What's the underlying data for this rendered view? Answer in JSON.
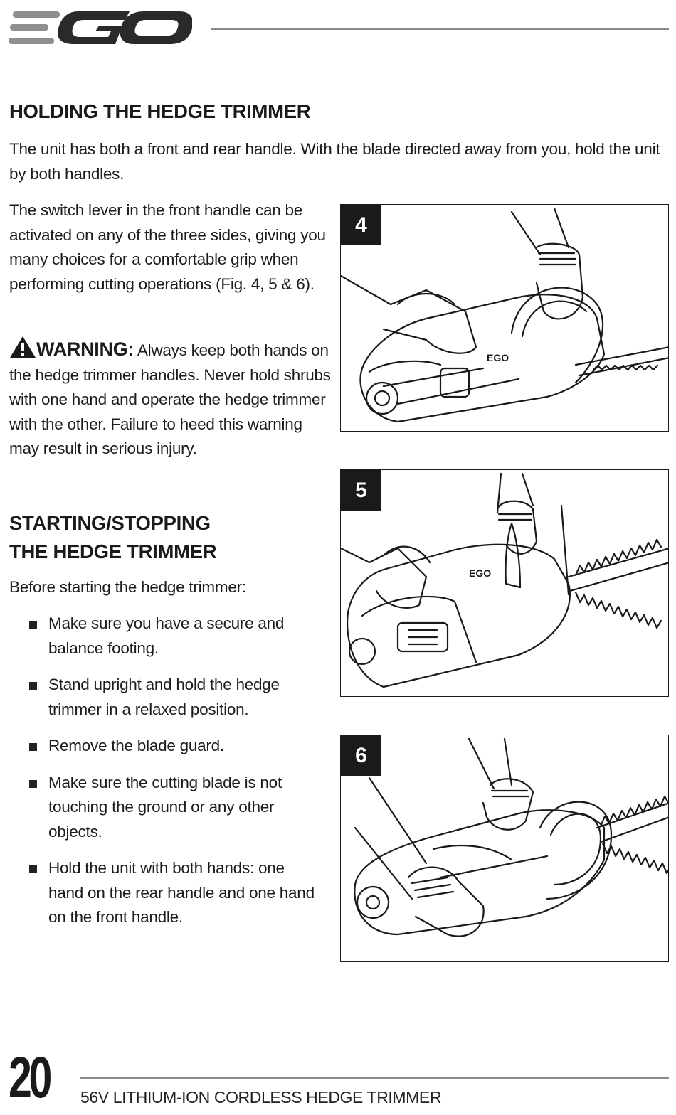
{
  "header": {
    "logo_text": "EGO"
  },
  "section1": {
    "title": "HOLDING THE HEDGE TRIMMER",
    "para1": "The unit has both a front and rear handle. With the blade directed away from you, hold the unit by both handles.",
    "para2": "The switch lever in the front handle can be activated on any of the three sides, giving you many choices for a comfortable grip when performing cutting operations (Fig. 4, 5 & 6).",
    "warning_label": "WARNING:",
    "warning_text": " Always keep both hands on the hedge trimmer handles. Never hold shrubs with one hand and operate the hedge trimmer with the other. Failure to heed this warning may result in serious injury.",
    "warning_icon": "warning-triangle-icon"
  },
  "section2": {
    "title_line1": "STARTING/STOPPING",
    "title_line2": "THE HEDGE TRIMMER",
    "intro": "Before starting the hedge trimmer:",
    "bullets": [
      "Make sure you have a secure and balance footing.",
      "Stand upright and hold the hedge trimmer in a relaxed position.",
      "Remove the blade guard.",
      "Make sure the cutting blade is not touching the ground or any other objects.",
      "Hold the unit with both hands: one hand on the rear handle and one hand on the front handle."
    ]
  },
  "figures": [
    {
      "number": "4"
    },
    {
      "number": "5"
    },
    {
      "number": "6"
    }
  ],
  "footer": {
    "page_number": "20",
    "product": "56V LITHIUM-ION CORDLESS HEDGE TRIMMER"
  }
}
